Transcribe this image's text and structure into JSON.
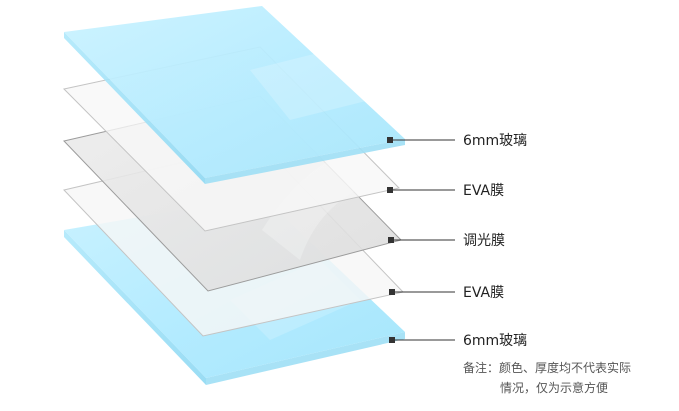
{
  "diagram": {
    "layers": [
      {
        "id": "glass-top",
        "label": "6mm玻璃",
        "fill": "#bdeeff",
        "stroke": "#9fe0f5"
      },
      {
        "id": "eva-top",
        "label": "EVA膜",
        "fill": "#f6f6f6",
        "stroke": "#c8c8c8"
      },
      {
        "id": "dimming-film",
        "label": "调光膜",
        "fill": "#e6e6e6",
        "stroke": "#a8a8a8"
      },
      {
        "id": "eva-bottom",
        "label": "EVA膜",
        "fill": "#f6f6f6",
        "stroke": "#c8c8c8"
      },
      {
        "id": "glass-bottom",
        "label": "6mm玻璃",
        "fill": "#bdeeff",
        "stroke": "#9fe0f5"
      }
    ],
    "note": {
      "line1": "备注：颜色、厚度均不代表实际",
      "line2": "情况，仅为示意方便"
    },
    "colors": {
      "leader": "#333333",
      "marker": "#333333"
    }
  }
}
